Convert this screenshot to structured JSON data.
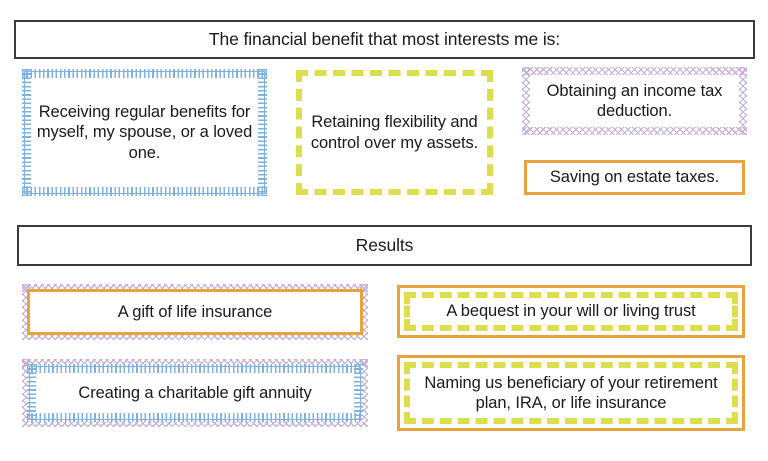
{
  "question": {
    "prompt": "The financial benefit that most interests me is:",
    "options": [
      {
        "id": "regular-benefits",
        "label": "Receiving regular benefits for myself, my spouse, or a loved one.",
        "border_style": "blue-comb",
        "color": "#7FB2E0"
      },
      {
        "id": "flexibility-control",
        "label": "Retaining flexibility and control over my assets.",
        "border_style": "yellow-dashed",
        "color": "#DCDF4B"
      },
      {
        "id": "income-tax-deduction",
        "label": "Obtaining an income tax deduction.",
        "border_style": "purple-diamond",
        "color": "#C4AED4"
      },
      {
        "id": "estate-taxes",
        "label": "Saving on estate taxes.",
        "border_style": "orange-solid",
        "color": "#E8A33D"
      }
    ]
  },
  "results": {
    "heading": "Results",
    "items": [
      {
        "id": "life-insurance",
        "label": "A gift of life insurance",
        "outer_border": "purple-diamond",
        "inner_border": "orange-solid",
        "outer_color": "#C4AED4",
        "inner_color": "#E8A33D"
      },
      {
        "id": "bequest",
        "label": "A bequest in your will or living trust",
        "outer_border": "orange-solid",
        "inner_border": "yellow-dashed",
        "outer_color": "#E8A33D",
        "inner_color": "#DCDF4B"
      },
      {
        "id": "charitable-gift-annuity",
        "label": "Creating a charitable gift annuity",
        "outer_border": "purple-diamond",
        "inner_border": "blue-comb",
        "outer_color": "#C4AED4",
        "inner_color": "#7FB2E0"
      },
      {
        "id": "beneficiary-designation",
        "label": "Naming us beneficiary of your retirement plan, IRA, or life insurance",
        "outer_border": "orange-solid",
        "inner_border": "yellow-dashed",
        "outer_color": "#E8A33D",
        "inner_color": "#DCDF4B"
      }
    ]
  },
  "theme": {
    "background": "#FFFFFF",
    "text": "#1A1A1A",
    "banner_border": "#3B3B3B",
    "blue": "#7FB2E0",
    "yellow_green": "#DCDF4B",
    "purple": "#C4AED4",
    "orange": "#E8A33D"
  }
}
